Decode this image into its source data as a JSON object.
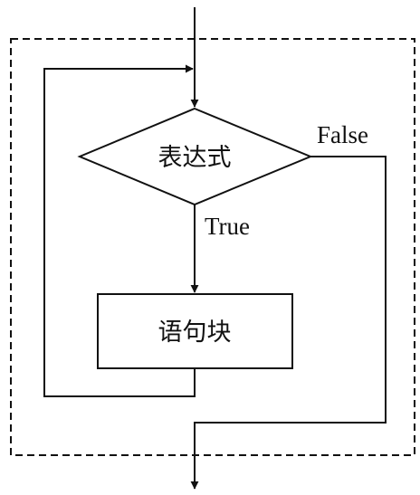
{
  "diagram": {
    "condition": "表达式",
    "block": "语句块",
    "false_label": "False",
    "true_label": "True"
  },
  "colors": {
    "stroke": "#111111",
    "background": "#ffffff"
  }
}
